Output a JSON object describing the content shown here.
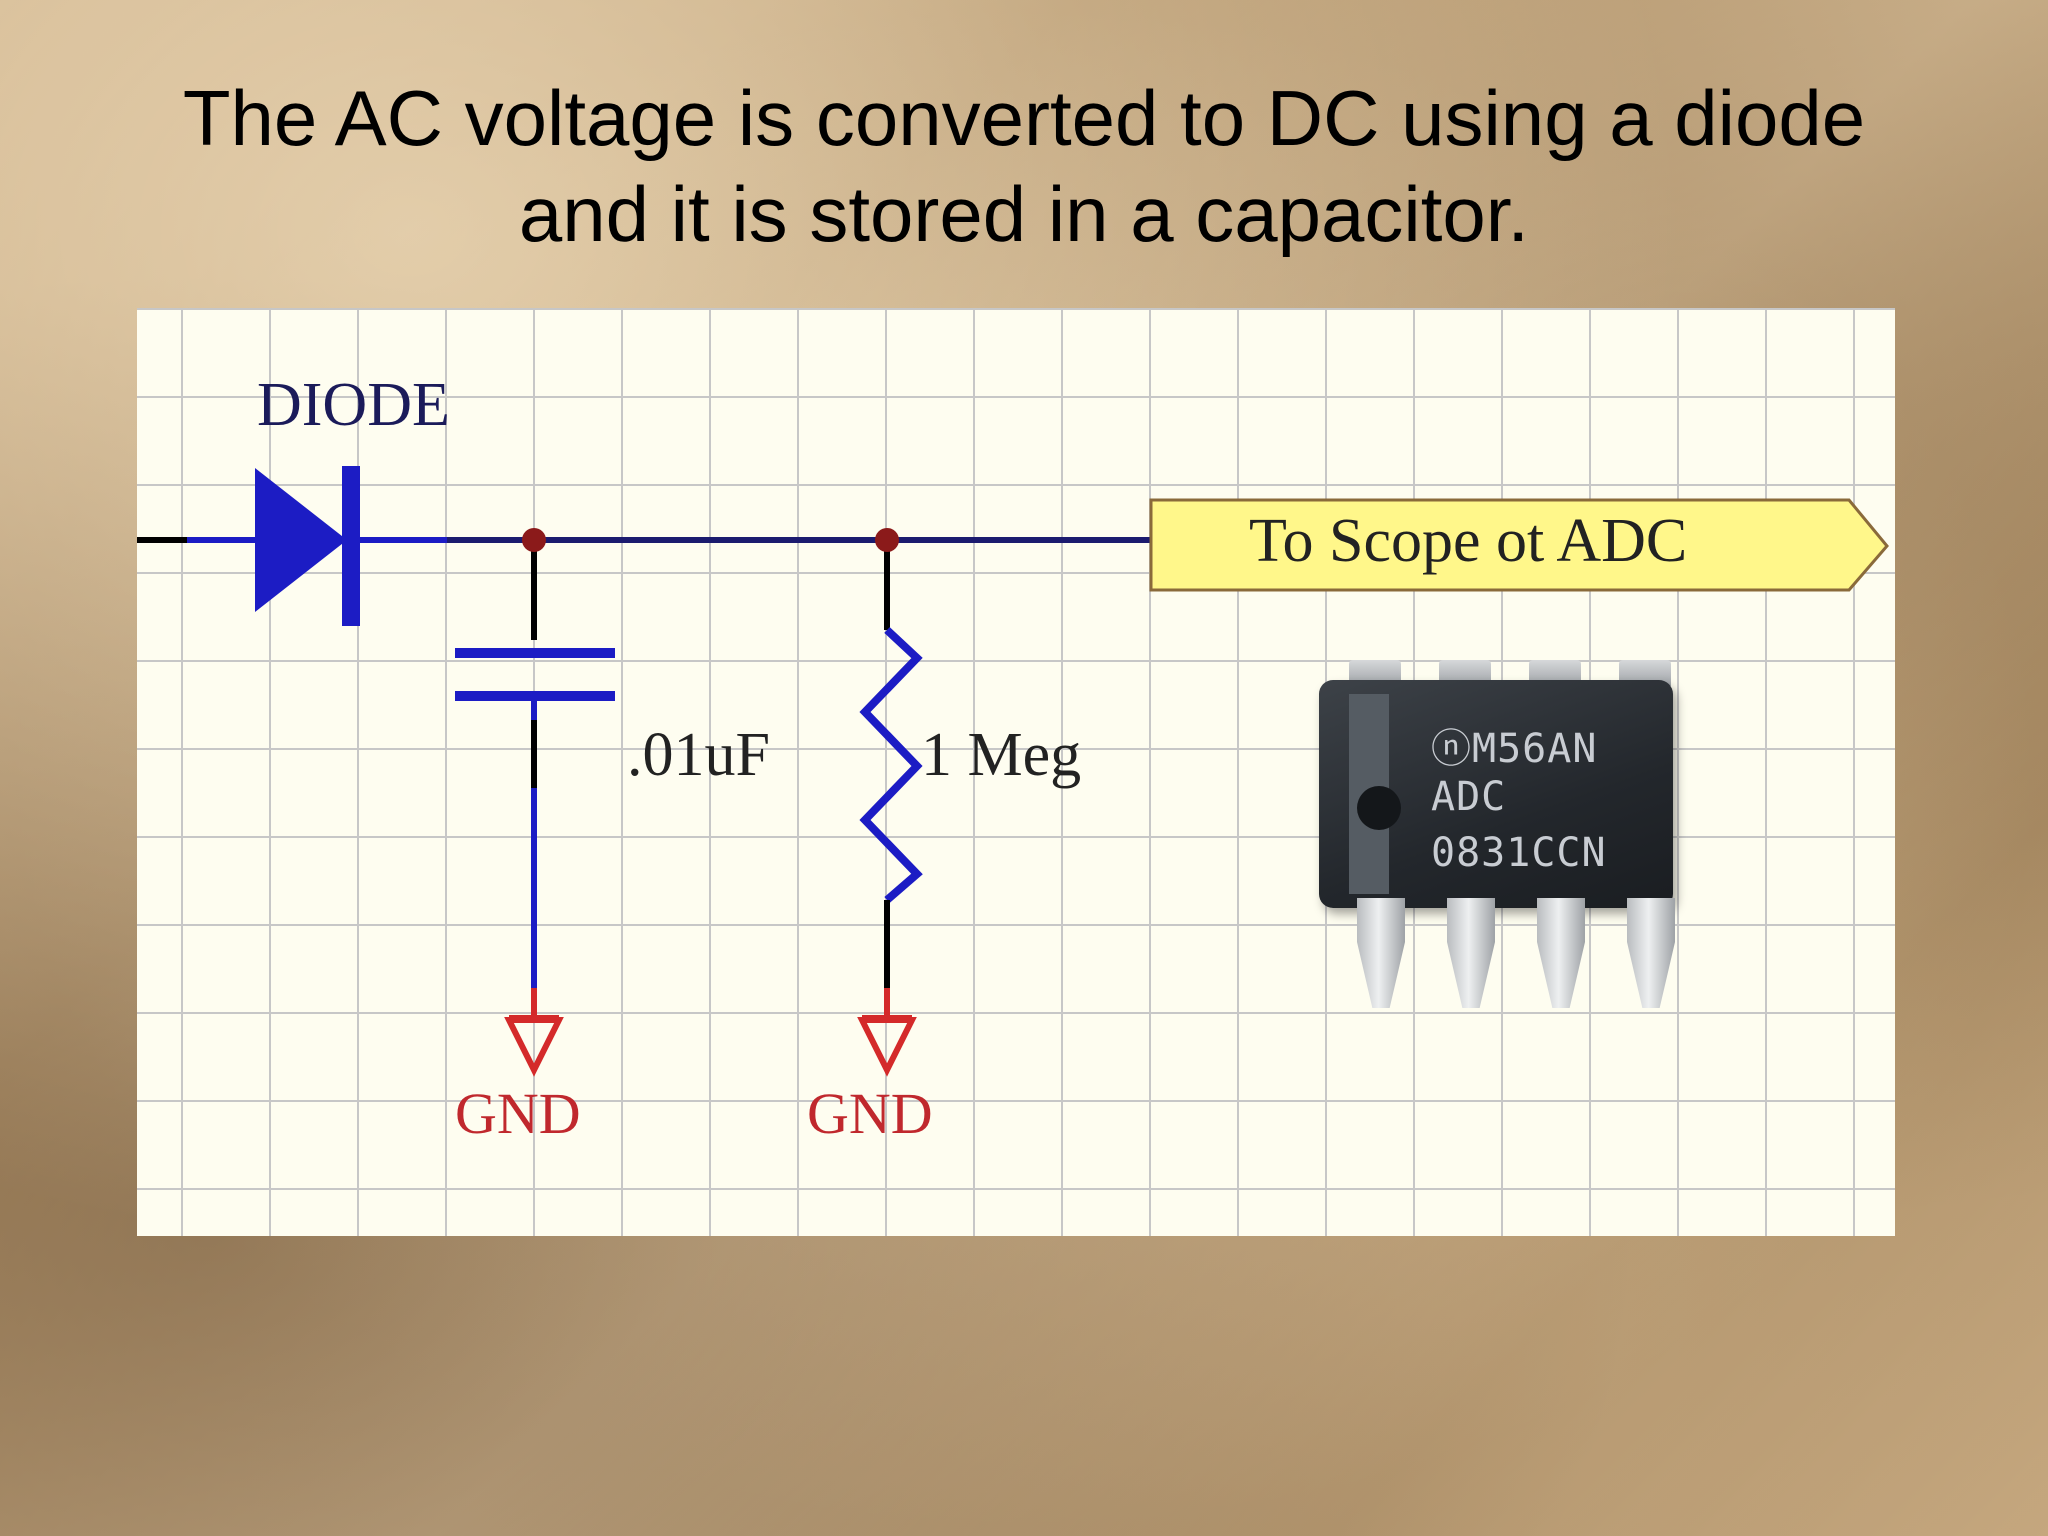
{
  "slide": {
    "title_line1": "The AC voltage is converted to DC using a diode",
    "title_line2": "and it is stored in a capacitor."
  },
  "schematic": {
    "diode_label": "DIODE",
    "capacitor_label": ".01uF",
    "resistor_label": "1 Meg",
    "ground_label_1": "GND",
    "ground_label_2": "GND",
    "output_port_label": "To Scope ot ADC"
  },
  "chip": {
    "marking_line1": "ⓝM56AN",
    "marking_line2": "ADC",
    "marking_line3": "0831CCN"
  },
  "colors": {
    "wire_blue": "#1c1cc4",
    "wire_black": "#000000",
    "junction": "#8b1a1a",
    "ground_red": "#d42a2a",
    "port_fill": "#fff78a",
    "grid_line": "#c7c7c7",
    "panel_bg": "#fefdf0"
  }
}
